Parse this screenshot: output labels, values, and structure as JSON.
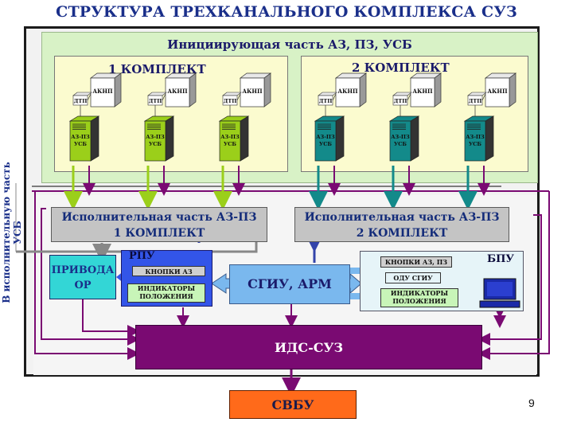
{
  "title": "СТРУКТУРА ТРЕХКАНАЛЬНОГО КОМПЛЕКСА СУЗ",
  "initiating": {
    "title": "Инициирующая часть АЗ, ПЗ, УСБ",
    "set1_label": "1 КОМПЛЕКТ",
    "set2_label": "2 КОМПЛЕКТ",
    "sensor_label": "ДТП",
    "akip_label": "АКНП",
    "cabinet_label_1": "АЗ-ПЗ",
    "cabinet_label_2": "УСБ"
  },
  "exec1": {
    "line1": "Исполнительная часть АЗ-ПЗ",
    "line2": "1 КОМПЛЕКТ"
  },
  "exec2": {
    "line1": "Исполнительная часть АЗ-ПЗ",
    "line2": "2 КОМПЛЕКТ"
  },
  "privody": {
    "line1": "ПРИВОДА",
    "line2": "ОР"
  },
  "rpu": {
    "label": "РПУ",
    "buttons": "КНОПКИ АЗ",
    "ind_line1": "ИНДИКАТОРЫ",
    "ind_line2": "ПОЛОЖЕНИЯ"
  },
  "sgiu": {
    "label": "СГИУ, АРМ"
  },
  "bpu": {
    "label": "БПУ",
    "buttons": "КНОПКИ АЗ, ПЗ",
    "odu": "ОДУ СГИУ",
    "ind_line1": "ИНДИКАТОРЫ",
    "ind_line2": "ПОЛОЖЕНИЯ"
  },
  "ids": {
    "label": "ИДС-СУЗ"
  },
  "svbu": {
    "label": "СВБУ"
  },
  "side_label": "В исполнительную часть УСБ",
  "page_number": "9",
  "colors": {
    "set1_cabinet": "#9bcf1a",
    "set2_cabinet": "#138a8a",
    "ids": "#7a0a72",
    "svbu": "#ff6a1a",
    "sgiu": "#7ab8ee",
    "rpu": "#3355e8",
    "privody": "#33d6d6"
  }
}
